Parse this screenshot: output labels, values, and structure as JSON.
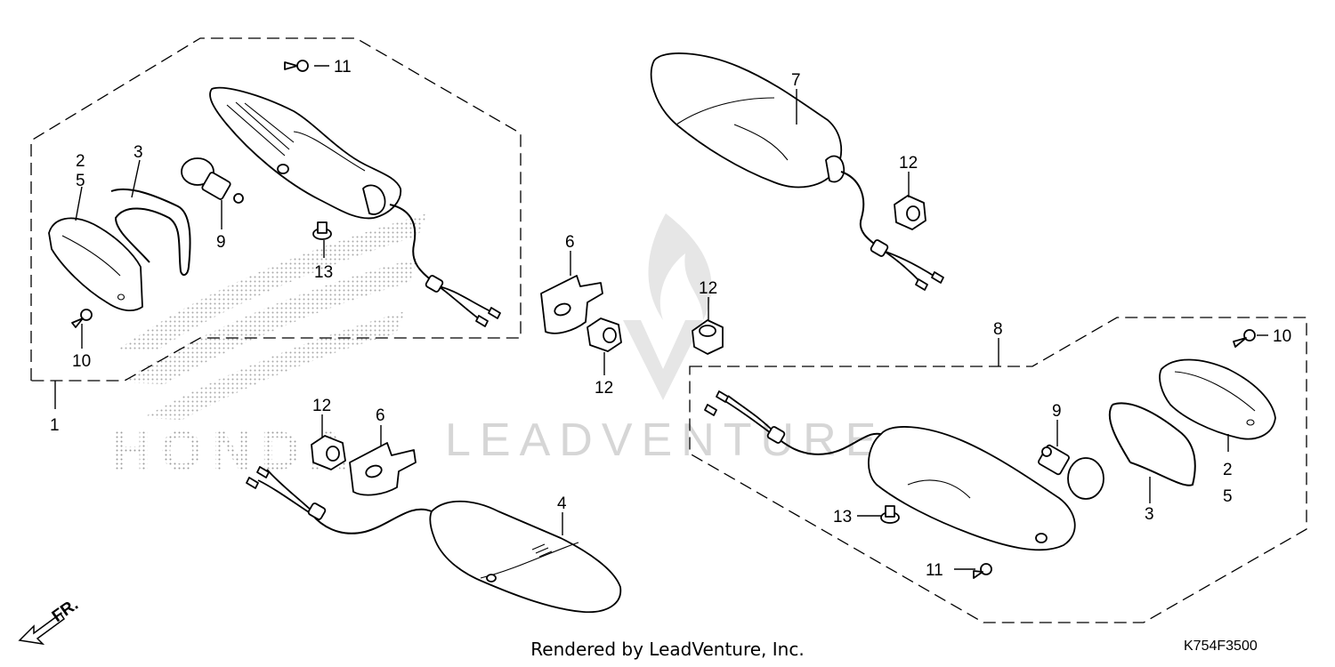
{
  "diagram": {
    "callouts": {
      "c1": "1",
      "c2a": "2",
      "c5a": "5",
      "c3a": "3",
      "c9a": "9",
      "c11a": "11",
      "c13a": "13",
      "c10a": "10",
      "c6a": "6",
      "c12a": "12",
      "c12b": "12",
      "c12c": "12",
      "c12d": "12",
      "c6b": "6",
      "c4": "4",
      "c7": "7",
      "c8": "8",
      "c10b": "10",
      "c9b": "9",
      "c2b": "2",
      "c5b": "5",
      "c3b": "3",
      "c13b": "13",
      "c11b": "11"
    },
    "watermark_text": "LEADVENTURE",
    "watermark_brand": "HONDA",
    "direction_label": "FR.",
    "footer": "Rendered by LeadVenture, Inc.",
    "diagram_code": "K754F3500"
  }
}
